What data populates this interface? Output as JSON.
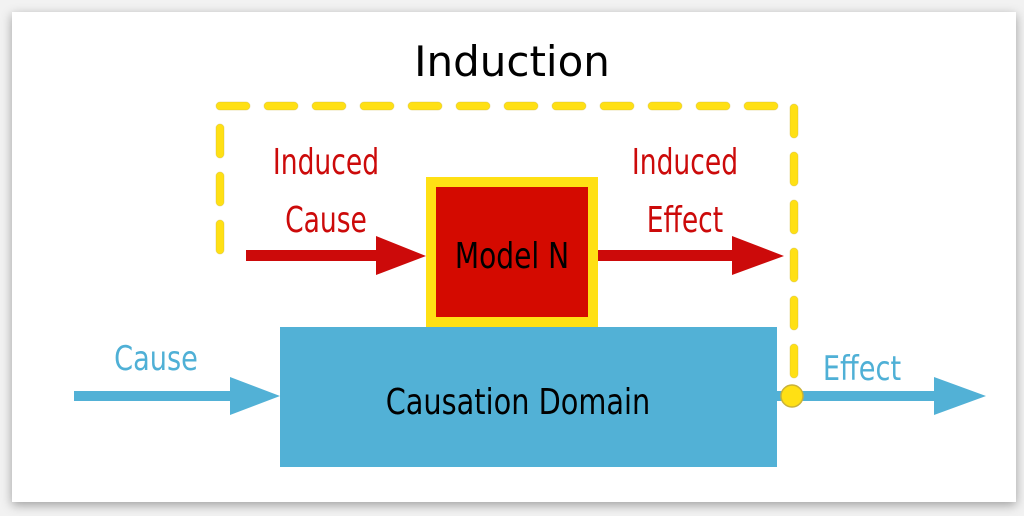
{
  "title": "Induction",
  "nodes": {
    "model": {
      "label": "Model N",
      "fill": "#d40a00",
      "border": "#ffe014"
    },
    "domain": {
      "label": "Causation Domain",
      "fill": "#52b1d6"
    }
  },
  "edges": {
    "induced_cause": {
      "label_line1": "Induced",
      "label_line2": "Cause",
      "color": "#cc0a0a"
    },
    "induced_effect": {
      "label_line1": "Induced",
      "label_line2": "Effect",
      "color": "#cc0a0a"
    },
    "cause": {
      "label": "Cause",
      "color": "#52b1d6"
    },
    "effect": {
      "label": "Effect",
      "color": "#52b1d6"
    }
  },
  "induction_loop": {
    "color": "#ffe014",
    "style": "dashed"
  }
}
